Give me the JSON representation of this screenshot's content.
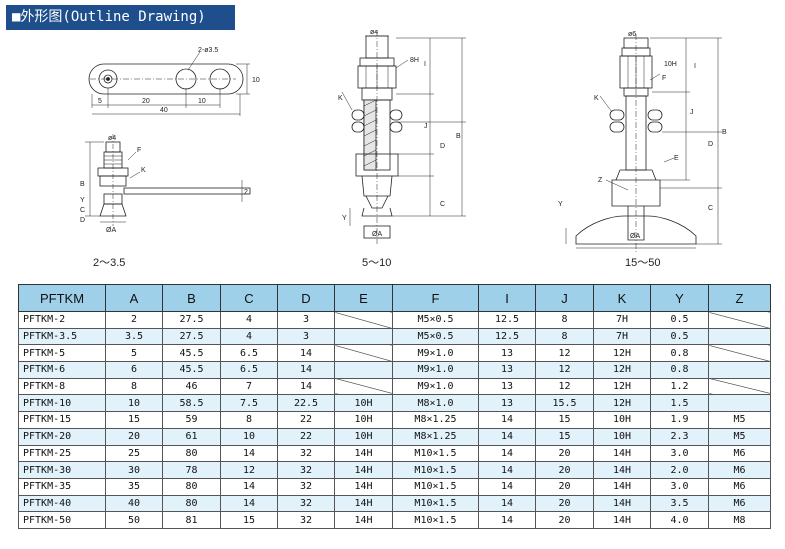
{
  "title": "■外形图(Outline Drawing)",
  "drawings": {
    "left": {
      "caption": "2～3.5",
      "dims_top": [
        "2-ø3.5",
        "5",
        "20",
        "10",
        "40",
        "10"
      ],
      "dims_side": [
        "ø4",
        "F",
        "K",
        "B",
        "Y",
        "C",
        "D",
        "ØA",
        "2"
      ]
    },
    "middle": {
      "caption": "5～10",
      "dims": [
        "ø4",
        "8H",
        "I",
        "K",
        "J",
        "D",
        "B",
        "C",
        "Y",
        "ØA"
      ]
    },
    "right": {
      "caption": "15～50",
      "dims": [
        "ø6",
        "10H",
        "I",
        "F",
        "K",
        "J",
        "D",
        "B",
        "E",
        "Z",
        "C",
        "Y",
        "ØA"
      ]
    }
  },
  "table": {
    "headers": [
      "PFTKM",
      "A",
      "B",
      "C",
      "D",
      "E",
      "F",
      "I",
      "J",
      "K",
      "Y",
      "Z"
    ],
    "rows": [
      [
        "PFTKM-2",
        "2",
        "27.5",
        "4",
        "3",
        "",
        "M5×0.5",
        "12.5",
        "8",
        "7H",
        "0.5",
        ""
      ],
      [
        "PFTKM-3.5",
        "3.5",
        "27.5",
        "4",
        "3",
        "",
        "M5×0.5",
        "12.5",
        "8",
        "7H",
        "0.5",
        ""
      ],
      [
        "PFTKM-5",
        "5",
        "45.5",
        "6.5",
        "14",
        "",
        "M9×1.0",
        "13",
        "12",
        "12H",
        "0.8",
        ""
      ],
      [
        "PFTKM-6",
        "6",
        "45.5",
        "6.5",
        "14",
        "",
        "M9×1.0",
        "13",
        "12",
        "12H",
        "0.8",
        ""
      ],
      [
        "PFTKM-8",
        "8",
        "46",
        "7",
        "14",
        "",
        "M9×1.0",
        "13",
        "12",
        "12H",
        "1.2",
        ""
      ],
      [
        "PFTKM-10",
        "10",
        "58.5",
        "7.5",
        "22.5",
        "10H",
        "M8×1.0",
        "13",
        "15.5",
        "12H",
        "1.5",
        ""
      ],
      [
        "PFTKM-15",
        "15",
        "59",
        "8",
        "22",
        "10H",
        "M8×1.25",
        "14",
        "15",
        "10H",
        "1.9",
        "M5"
      ],
      [
        "PFTKM-20",
        "20",
        "61",
        "10",
        "22",
        "10H",
        "M8×1.25",
        "14",
        "15",
        "10H",
        "2.3",
        "M5"
      ],
      [
        "PFTKM-25",
        "25",
        "80",
        "14",
        "32",
        "14H",
        "M10×1.5",
        "14",
        "20",
        "14H",
        "3.0",
        "M6"
      ],
      [
        "PFTKM-30",
        "30",
        "78",
        "12",
        "32",
        "14H",
        "M10×1.5",
        "14",
        "20",
        "14H",
        "2.0",
        "M6"
      ],
      [
        "PFTKM-35",
        "35",
        "80",
        "14",
        "32",
        "14H",
        "M10×1.5",
        "14",
        "20",
        "14H",
        "3.0",
        "M6"
      ],
      [
        "PFTKM-40",
        "40",
        "80",
        "14",
        "32",
        "14H",
        "M10×1.5",
        "14",
        "20",
        "14H",
        "3.5",
        "M6"
      ],
      [
        "PFTKM-50",
        "50",
        "81",
        "15",
        "32",
        "14H",
        "M10×1.5",
        "14",
        "20",
        "14H",
        "4.0",
        "M8"
      ]
    ]
  }
}
